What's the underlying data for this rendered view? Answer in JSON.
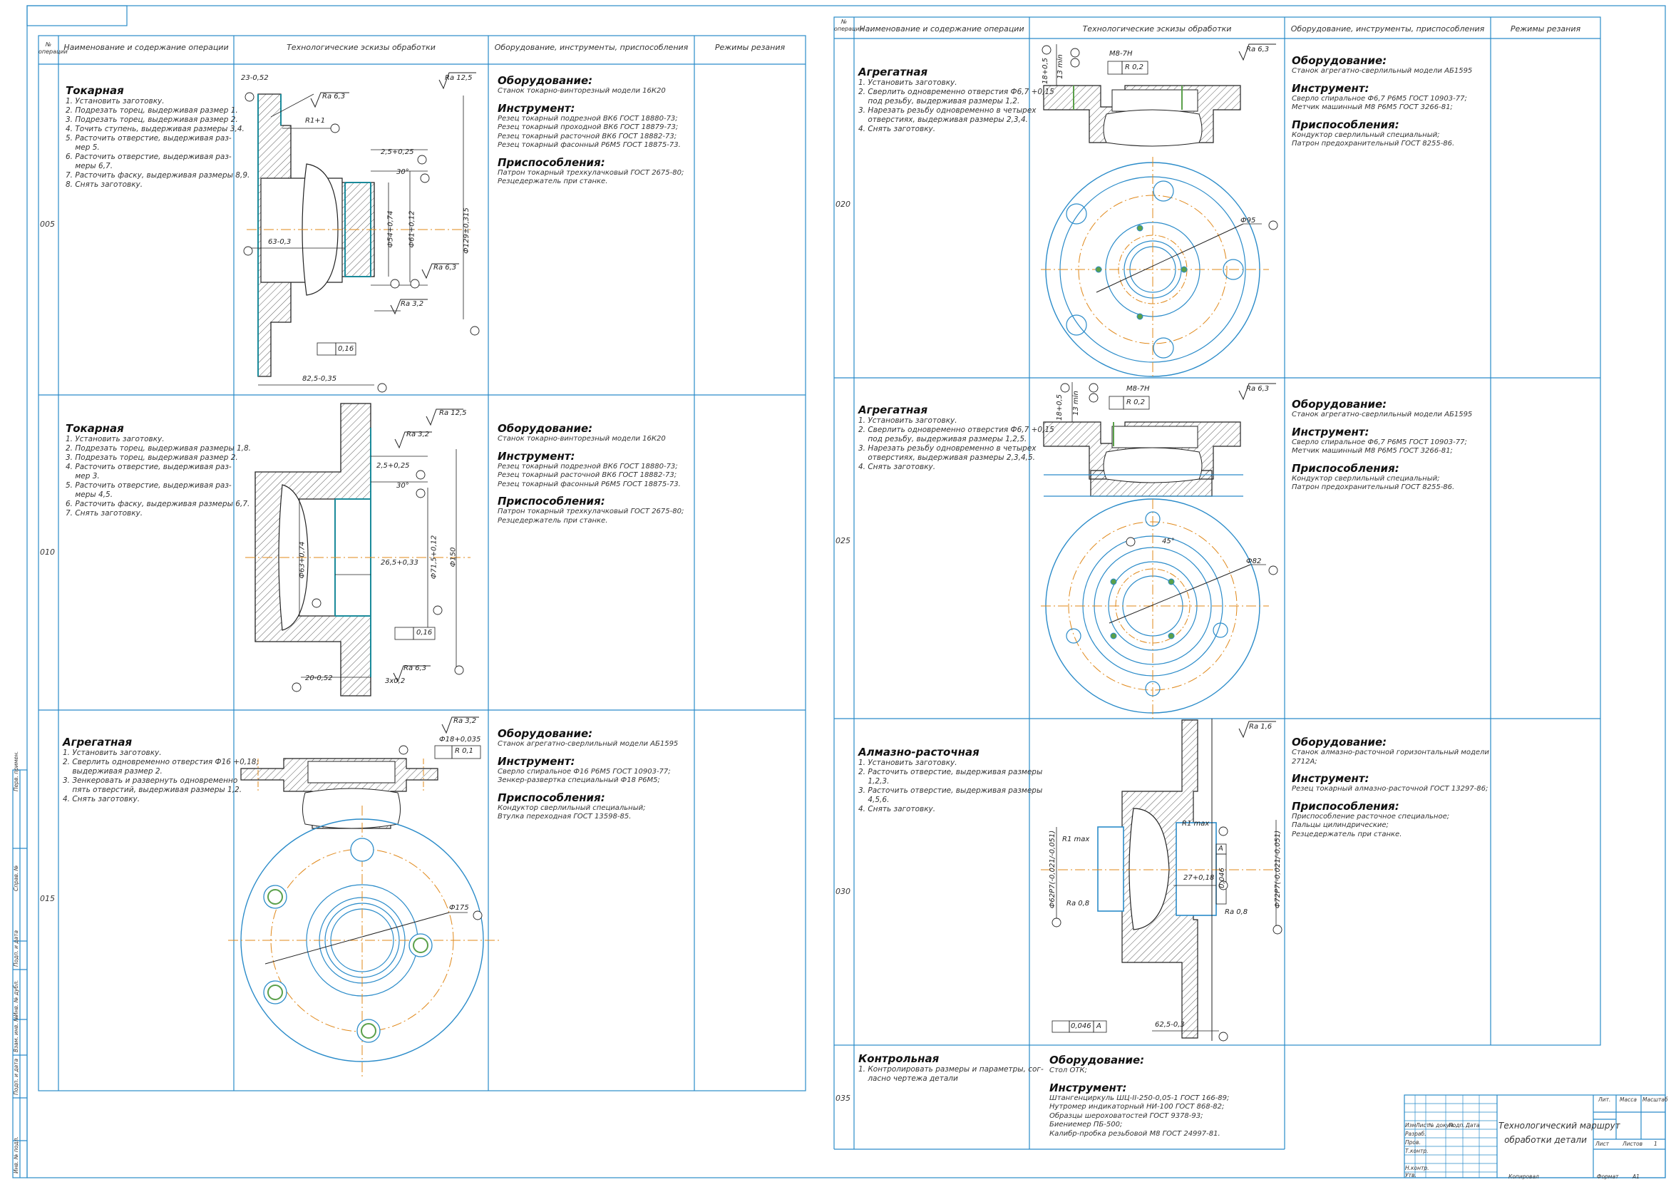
{
  "columns": {
    "num": "№ операции",
    "name": "Наименование и содержание операции",
    "sketch": "Технологические эскизы обработки",
    "equip": "Оборудование, инструменты, приспособления",
    "modes": "Режимы резания"
  },
  "ops": [
    {
      "num": "005",
      "title": "Токарная",
      "lines": [
        "1. Установить заготовку.",
        "2. Подрезать торец, выдерживая размер 1.",
        "3. Подрезать торец, выдерживая размер 2.",
        "4. Точить ступень, выдерживая размеры 3,4.",
        "5. Расточить отверстие, выдерживая раз-",
        "    мер 5.",
        "6. Расточить отверстие, выдерживая раз-",
        "    меры 6,7.",
        "7. Расточить фаску, выдерживая размеры 8,9.",
        "8. Снять заготовку."
      ],
      "equip_h": "Оборудование:",
      "equip": [
        "Станок токарно-винторезный модели 16К20"
      ],
      "tool_h": "Инструмент:",
      "tools": [
        "Резец токарный подрезной ВК6 ГОСТ 18880-73;",
        "Резец токарный проходной ВК6 ГОСТ 18879-73;",
        "Резец токарный расточной ВК6 ГОСТ 18882-73;",
        "Резец токарный фасонный Р6М5 ГОСТ 18875-73."
      ],
      "fix_h": "Приспособления:",
      "fix": [
        "Патрон токарный трехкулачковый ГОСТ 2675-80;",
        "Резцедержатель при станке."
      ]
    },
    {
      "num": "010",
      "title": "Токарная",
      "lines": [
        "1. Установить заготовку.",
        "2. Подрезать торец, выдерживая размеры 1,8.",
        "3. Подрезать торец, выдерживая размер 2.",
        "4. Расточить отверстие, выдерживая раз-",
        "    мер 3.",
        "5. Расточить отверстие, выдерживая раз-",
        "    меры 4,5.",
        "6. Расточить фаску, выдерживая размеры 6,7.",
        "7. Снять заготовку."
      ],
      "equip_h": "Оборудование:",
      "equip": [
        "Станок токарно-винторезный модели 16К20"
      ],
      "tool_h": "Инструмент:",
      "tools": [
        "Резец токарный подрезной ВК6 ГОСТ 18880-73;",
        "Резец токарный расточной ВК6 ГОСТ 18882-73;",
        "Резец токарный фасонный Р6М5 ГОСТ 18875-73."
      ],
      "fix_h": "Приспособления:",
      "fix": [
        "Патрон токарный трехкулачковый ГОСТ 2675-80;",
        "Резцедержатель при станке."
      ]
    },
    {
      "num": "015",
      "title": "Агрегатная",
      "lines": [
        "1. Установить заготовку.",
        "2. Сверлить одновременно отверстия Ф16 +0,18;",
        "    выдерживая размер 2.",
        "3. Зенкеровать и развернуть одновременно",
        "    пять отверстий, выдерживая размеры 1,2.",
        "4. Снять заготовку."
      ],
      "equip_h": "Оборудование:",
      "equip": [
        "Станок агрегатно-сверлильный модели АБ1595"
      ],
      "tool_h": "Инструмент:",
      "tools": [
        "Сверло спиральное Ф16 Р6М5 ГОСТ 10903-77;",
        "Зенкер-развертка специальный Ф18 Р6М5;"
      ],
      "fix_h": "Приспособления:",
      "fix": [
        "Кондуктор сверлильный специальный;",
        "Втулка переходная ГОСТ 13598-85."
      ]
    },
    {
      "num": "020",
      "title": "Агрегатная",
      "lines": [
        "1. Установить заготовку.",
        "2. Сверлить одновременно отверстия Ф6,7 +0,15",
        "    под резьбу, выдерживая размеры 1,2.",
        "3. Нарезать резьбу одновременно в четырех",
        "    отверстиях, выдерживая размеры 2,3,4.",
        "4. Снять заготовку."
      ],
      "equip_h": "Оборудование:",
      "equip": [
        "Станок агрегатно-сверлильный модели АБ1595"
      ],
      "tool_h": "Инструмент:",
      "tools": [
        "Сверло спиральное Ф6,7 Р6М5 ГОСТ 10903-77;",
        "Метчик машинный М8 Р6М5 ГОСТ 3266-81;"
      ],
      "fix_h": "Приспособления:",
      "fix": [
        "Кондуктор сверлильный специальный;",
        "Патрон предохранительный ГОСТ 8255-86."
      ]
    },
    {
      "num": "025",
      "title": "Агрегатная",
      "lines": [
        "1. Установить заготовку.",
        "2. Сверлить одновременно отверстия Ф6,7 +0,15",
        "    под резьбу, выдерживая размеры 1,2,5.",
        "3. Нарезать резьбу одновременно в четырех",
        "    отверстиях, выдерживая размеры 2,3,4,5.",
        "4. Снять заготовку."
      ],
      "equip_h": "Оборудование:",
      "equip": [
        "Станок агрегатно-сверлильный модели АБ1595"
      ],
      "tool_h": "Инструмент:",
      "tools": [
        "Сверло спиральное Ф6,7 Р6М5 ГОСТ 10903-77;",
        "Метчик машинный М8 Р6М5 ГОСТ 3266-81;"
      ],
      "fix_h": "Приспособления:",
      "fix": [
        "Кондуктор сверлильный специальный;",
        "Патрон предохранительный ГОСТ 8255-86."
      ]
    },
    {
      "num": "030",
      "title": "Алмазно-расточная",
      "lines": [
        "1. Установить заготовку.",
        "2. Расточить отверстие, выдерживая размеры",
        "    1,2,3.",
        "3. Расточить отверстие, выдерживая размеры",
        "    4,5,6.",
        "4. Снять заготовку."
      ],
      "equip_h": "Оборудование:",
      "equip": [
        "Станок алмазно-расточной горизонтальный модели",
        "2712А;"
      ],
      "tool_h": "Инструмент:",
      "tools": [
        "Резец токарный алмазно-расточной ГОСТ 13297-86;"
      ],
      "fix_h": "Приспособления:",
      "fix": [
        "Приспособление расточное специальное;",
        "Пальцы цилиндрические;",
        "Резцедержатель при станке."
      ]
    },
    {
      "num": "035",
      "title": "Контрольная",
      "lines": [
        "1. Контролировать размеры и параметры, сог-",
        "    ласно чертежа детали"
      ],
      "equip_h": "Оборудование:",
      "equip": [
        "Стол ОТК;"
      ],
      "tool_h": "Инструмент:",
      "tools": [
        "Штангенциркуль ШЦ-II-250-0,05-1 ГОСТ 166-89;",
        "Нутромер индикаторный НИ-100 ГОСТ 868-82;",
        "Образцы шероховатостей ГОСТ 9378-93;",
        "Биениемер ПБ-500;",
        "Калибр-пробка резьбовой М8 ГОСТ 24997-81."
      ],
      "fix_h": "",
      "fix": []
    }
  ],
  "sketch_labels": {
    "s005": {
      "ra1": "Ra 12,5",
      "ra2": "Ra 6,3",
      "ra3": "Ra 6,3",
      "ra4": "Ra 3,2",
      "d23": "23-0,52",
      "r1": "R1+1",
      "c25": "2,5+0,25",
      "a30": "30°",
      "d54": "Ф54+0,74",
      "d61": "Ф61+0,12",
      "d129": "Ф129±0,315",
      "d63": "63-0,3",
      "flat": "0,16",
      "d825": "82,5-0,35"
    },
    "s010": {
      "ra1": "Ra 12,5",
      "ra2": "Ra 3,2",
      "ra3": "Ra 6,3",
      "c25": "2,5+0,25",
      "a30": "30°",
      "d63": "Ф63+0,74",
      "d715": "Ф71,5+0,12",
      "d265": "26,5+0,33",
      "d150": "Ф150",
      "flat": "0,16",
      "d20": "20-0,52",
      "c3": "3х0,2"
    },
    "s015": {
      "ra": "Ra 3,2",
      "d18": "Ф18+0,035",
      "pos": "R 0,1",
      "d175": "Ф175"
    },
    "s020": {
      "ra": "Ra 6,3",
      "m8": "М8-7Н",
      "pos": "R 0,2",
      "d95": "Ф95",
      "depth": "18+0,5",
      "dmin": "13 min"
    },
    "s025": {
      "ra": "Ra 6,3",
      "m8": "М8-7Н",
      "pos": "R 0,2",
      "d82": "Ф82",
      "a45": "45°",
      "depth": "18+0,5",
      "dmin": "13 min"
    },
    "s030": {
      "ra1": "Ra 1,6",
      "ra2": "Ra 0,8",
      "ra3": "Ra 0,8",
      "r1a": "R1 max",
      "r1b": "R1 max",
      "d62": "Ф62Р7(-0,021/-0,051)",
      "d72": "Ф72Р7(-0,021/-0,051)",
      "d27": "27+0,18",
      "run": "0,046",
      "runB": "0,046",
      "lblA": "A",
      "d625": "62,5-0,3"
    }
  },
  "title_block": {
    "title_line1": "Технологический маршрут",
    "title_line2": "обработки детали",
    "hdr": [
      "Изм",
      "Лист",
      "№ докум.",
      "Подп.",
      "Дата"
    ],
    "roles": [
      "Разраб.",
      "Пров.",
      "Т.контр.",
      "Н.контр.",
      "Утв."
    ],
    "lit": "Лит.",
    "mass": "Масса",
    "scale": "Масштаб",
    "sheet": "Лист",
    "sheets": "Листов",
    "sheets_n": "1",
    "copied": "Копировал",
    "format": "Формат",
    "format_v": "А1"
  },
  "side_stamp": [
    "Перв. примен.",
    "Справ. №",
    "Подп. и дата",
    "Инв. № дубл.",
    "Взам. инв. №",
    "Подп. и дата",
    "Инв. № подл."
  ]
}
